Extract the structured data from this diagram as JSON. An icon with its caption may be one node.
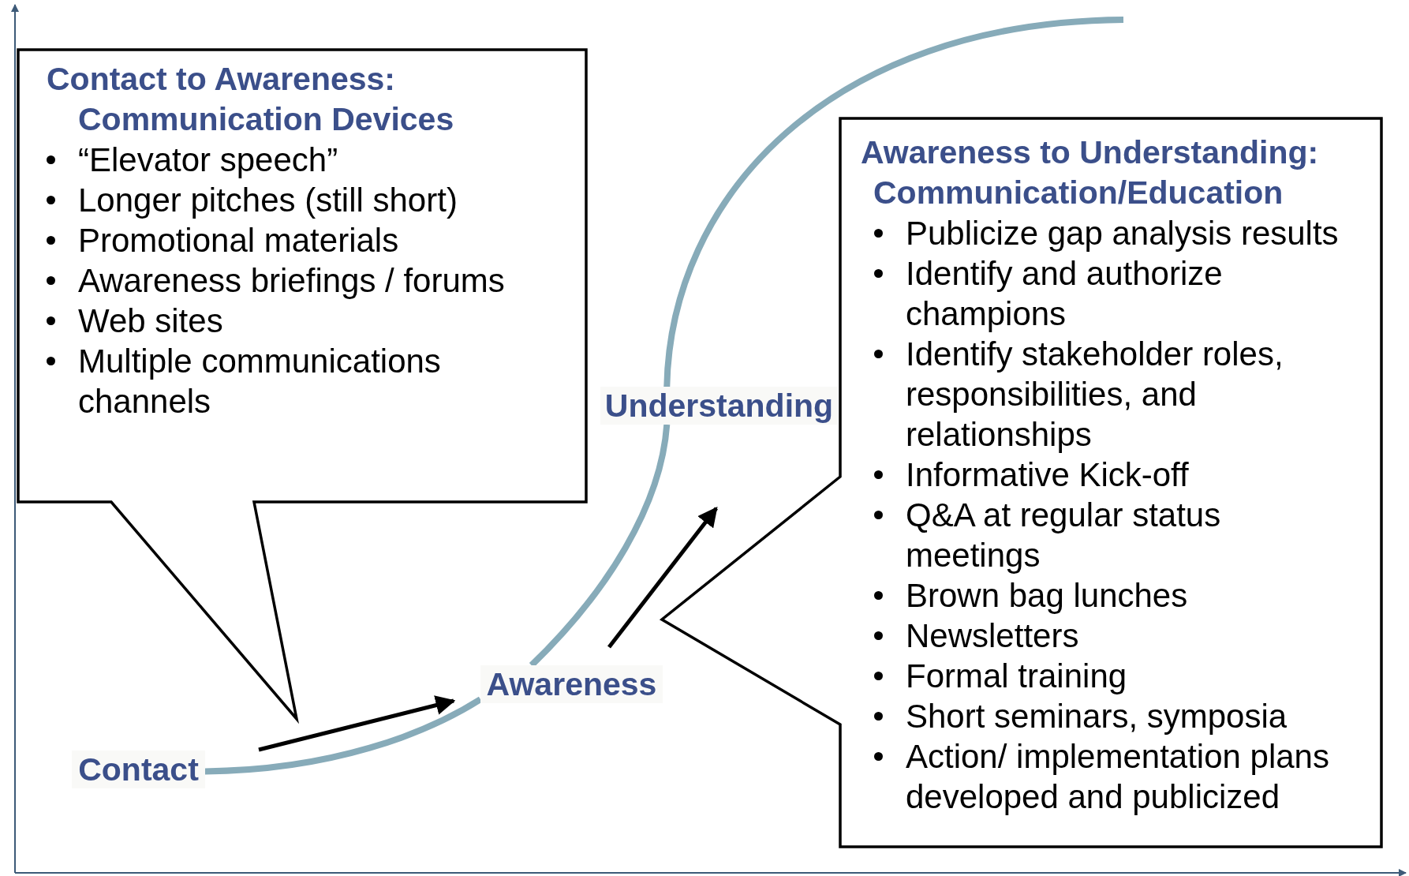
{
  "diagram": {
    "nodes": [
      {
        "text": [
          "Contact to Awareness: Communication Devices",
          "“Elevator speech”",
          "Longer pitches (still short)",
          "Promotional materials",
          "Awareness briefings / forums",
          "Web sites",
          "Multiple communications channels"
        ]
      },
      {
        "text": [
          "Awareness to Understanding: Communication/Education",
          "Publicize gap analysis results",
          "Identify and authorize champions",
          "Identify stakeholder roles, responsibilities, and relationships",
          "Informative Kick-off",
          "Q&A at regular status meetings",
          "Brown bag lunches",
          "Newsletters",
          "Formal training",
          "Short seminars, symposia",
          "Action/ implementation plans developed and publicized"
        ]
      },
      {
        "text": [
          "Contact"
        ]
      },
      {
        "text": [
          "Awareness"
        ]
      },
      {
        "text": [
          "Understanding"
        ]
      }
    ],
    "edges": [
      {
        "from": 2,
        "to": 3,
        "arrow": "none"
      },
      {
        "from": 3,
        "to": 4,
        "arrow": "none"
      },
      {
        "from": 4,
        "to": null,
        "arrow": "none"
      }
    ]
  }
}
